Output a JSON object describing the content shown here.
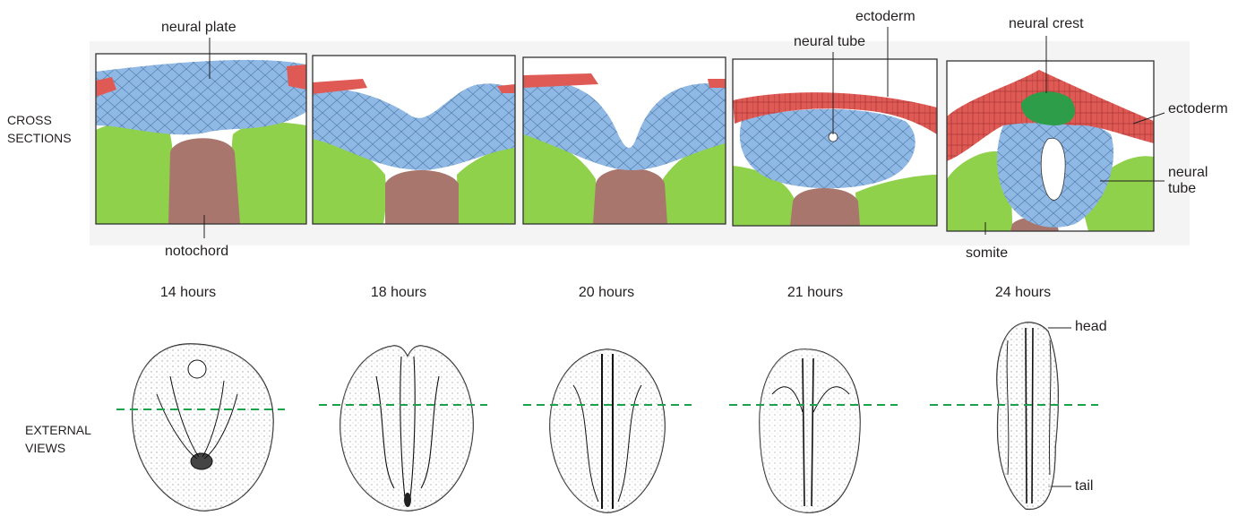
{
  "rows": {
    "cross_sections": [
      "CROSS",
      "SECTIONS"
    ],
    "external_views": [
      "EXTERNAL",
      "VIEWS"
    ]
  },
  "stages": [
    {
      "time": "14 hours"
    },
    {
      "time": "18 hours"
    },
    {
      "time": "20 hours"
    },
    {
      "time": "21 hours"
    },
    {
      "time": "24 hours"
    }
  ],
  "labels": {
    "neural_plate": "neural plate",
    "notochord": "notochord",
    "neural_tube_21": "neural tube",
    "ectoderm_21": "ectoderm",
    "neural_crest": "neural crest",
    "ectoderm_24": "ectoderm",
    "neural_tube_24": [
      "neural",
      "tube"
    ],
    "somite": "somite",
    "head": "head",
    "tail": "tail"
  },
  "colors": {
    "neural": "#8fb8e4",
    "ectoderm": "#e05a55",
    "somite": "#8fd14a",
    "notochord": "#a8766c",
    "neural_crest": "#2e9d4a",
    "plane_line": "#1aa34a"
  }
}
